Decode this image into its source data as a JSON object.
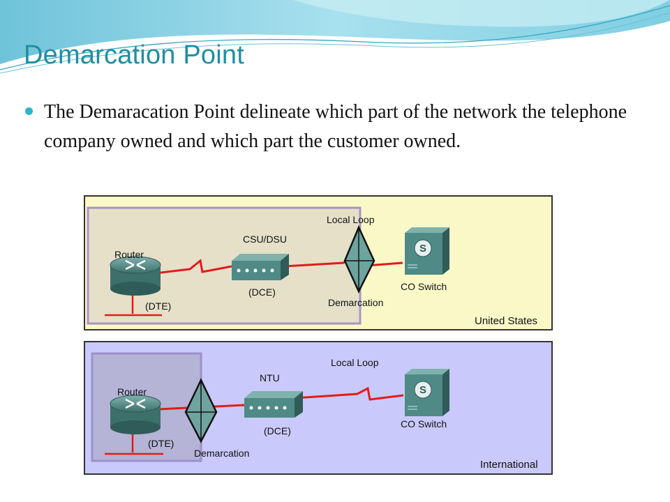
{
  "slide": {
    "title": "Demarcation Point",
    "bullet": "The Demaracation Point delineate which part of the network the telephone company owned and which part the customer owned."
  },
  "diagrams": [
    {
      "region": "United States",
      "background": "#fbf8c8",
      "customer_box_color": "#a895c4",
      "router": "Router",
      "router_role": "(DTE)",
      "device": "CSU/DSU",
      "device_role": "(DCE)",
      "local_loop": "Local Loop",
      "demarcation": "Demarcation",
      "switch": "CO Switch",
      "switch_icon": "S"
    },
    {
      "region": "International",
      "background": "#c9c9fb",
      "customer_box_color": "#9b91c9",
      "router": "Router",
      "router_role": "(DTE)",
      "device": "NTU",
      "device_role": "(DCE)",
      "local_loop": "Local Loop",
      "demarcation": "Demarcation",
      "switch": "CO Switch",
      "switch_icon": "S"
    }
  ],
  "colors": {
    "title": "#1f8ea4",
    "bullet": "#2fb3c8",
    "link": "#e31b1b",
    "device": "#4f8a86"
  }
}
